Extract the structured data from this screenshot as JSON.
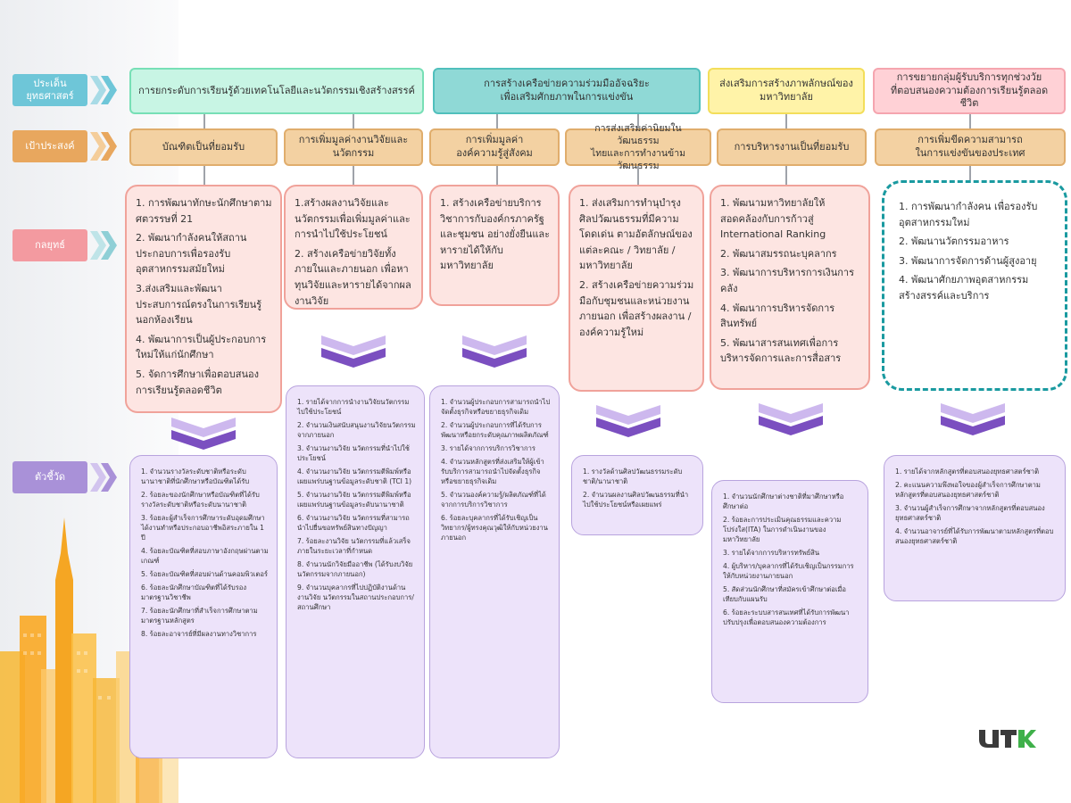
{
  "row_labels": {
    "strategic_issue": "ประเด็น\nยุทธศาสตร์",
    "objective": "เป้าประสงค์",
    "strategy": "กลยุทธ์",
    "indicator": "ตัวชี้วัด"
  },
  "colors": {
    "strategic_issue_label": "#6ec6d8",
    "objective_label": "#e8a75e",
    "strategy_label": "#8fcfd6",
    "indicator_label": "#a991d8",
    "mint": "#c8f5e4",
    "teal": "#8fd9d6",
    "yellow": "#fff3a8",
    "pink": "#ffd1d6",
    "objective": "#f3d1a2",
    "strategy_bg": "#fde5e2",
    "indicator_bg": "#ede3fa"
  },
  "strategic_issues": [
    "การยกระดับการเรียนรู้ด้วยเทคโนโลยีและนวัตกรรมเชิงสร้างสรรค์",
    "การสร้างเครือข่ายความร่วมมืออัจฉริยะ\nเพื่อเสริมศักยภาพในการแข่งขัน",
    "ส่งเสริมการสร้างภาพลักษณ์ของ\nมหาวิทยาลัย",
    "การขยายกลุ่มผู้รับบริการทุกช่วงวัย\nที่ตอบสนองความต้องการเรียนรู้ตลอดชีวิต"
  ],
  "objectives": [
    "บัณฑิตเป็นที่ยอมรับ",
    "การเพิ่มมูลค่างานวิจัยและ\nนวัตกรรม",
    "การเพิ่มมูลค่า\nองค์ความรู้สู่สังคม",
    "การส่งเสริมค่านิยมในวัฒนธรรม\nไทยและการทำงานข้ามวัฒนธรรม",
    "การบริหารงานเป็นที่ยอมรับ",
    "การเพิ่มขีดความสามารถ\nในการแข่งขันของประเทศ"
  ],
  "strategies": [
    [
      "1. การพัฒนาทักษะนักศึกษาตามศตวรรษที่ 21",
      "2. พัฒนากำลังคนให้สถานประกอบการเพื่อรองรับอุตสาหกรรมสมัยใหม่",
      "3.ส่งเสริมและพัฒนาประสบการณ์ตรงในการเรียนรู้นอกห้องเรียน",
      "4. พัฒนาการเป็นผู้ประกอบการใหม่ให้แก่นักศึกษา",
      "5. จัดการศึกษาเพื่อตอบสนองการเรียนรู้ตลอดชีวิต"
    ],
    [
      "1.สร้างผลงานวิจัยและนวัตกรรมเพื่อเพิ่มมูลค่าและการนำไปใช้ประโยชน์",
      "2. สร้างเครือข่ายวิจัยทั้งภายในและภายนอก เพื่อหาทุนวิจัยและหารายได้จากผลงานวิจัย"
    ],
    [
      "1. สร้างเครือข่ายบริการวิชาการกับองค์กรภาครัฐและชุมชน อย่างยั่งยืนและหารายได้ให้กับมหาวิทยาลัย"
    ],
    [
      "1. ส่งเสริมการทำนุบำรุงศิลปวัฒนธรรมที่มีความโดดเด่น ตามอัตลักษณ์ของแต่ละคณะ / วิทยาลัย / มหาวิทยาลัย",
      "2. สร้างเครือข่ายความร่วมมือกับชุมชนและหน่วยงานภายนอก เพื่อสร้างผลงาน / องค์ความรู้ใหม่"
    ],
    [
      "1. พัฒนามหาวิทยาลัยให้สอดคล้องกับการก้าวสู่ International Ranking",
      "2. พัฒนาสมรรถนะบุคลากร",
      "3. พัฒนาการบริหารการเงินการคลัง",
      "4. พัฒนาการบริหารจัดการสินทรัพย์",
      "5. พัฒนาสารสนเทศเพื่อการบริหารจัดการและการสื่อสาร"
    ],
    [
      "1. การพัฒนากำลังคน เพื่อรองรับอุตสาหกรรมใหม่",
      "2. พัฒนานวัตกรรมอาหาร",
      "3. พัฒนาการจัดการด้านผู้สูงอายุ",
      "4. พัฒนาศักยภาพอุตสาหกรรมสร้างสรรค์และบริการ"
    ]
  ],
  "indicators": [
    [
      "1. จำนวนรางวัลระดับชาติหรือระดับนานาชาติที่นักศึกษาหรือบัณฑิตได้รับ",
      "2. ร้อยละของนักศึกษาหรือบัณฑิตที่ได้รับรางวัลระดับชาติหรือระดับนานาชาติ",
      "3. ร้อยละผู้สำเร็จการศึกษาระดับอุดมศึกษาได้งานทำหรือประกอบอาชีพอิสระภายใน 1 ปี",
      "4. ร้อยละบัณฑิตที่สอบภาษาอังกฤษผ่านตามเกณฑ์",
      "5. ร้อยละบัณฑิตที่สอบผ่านด้านคอมพิวเตอร์",
      "6. ร้อยละนักศึกษาบัณฑิตที่ได้รับรองมาตรฐานวิชาชีพ",
      "7. ร้อยละนักศึกษาที่สำเร็จการศึกษาตามมาตรฐานหลักสูตร",
      "8. ร้อยละอาจารย์ที่มีผลงานทางวิชาการ"
    ],
    [
      "1. รายได้จากการนำงานวิจัยนวัตกรรมไปใช้ประโยชน์",
      "2. จำนวนเงินสนับสนุนงานวิจัยนวัตกรรม จากภายนอก",
      "3. จำนวนงานวิจัย นวัตกรรมที่นำไปใช้ประโยชน์",
      "4. จำนวนงานวิจัย นวัตกรรมตีพิมพ์หรือเผยแพร่บนฐานข้อมูลระดับชาติ (TCI 1)",
      "5. จำนวนงานวิจัย นวัตกรรมตีพิมพ์หรือเผยแพร่บนฐานข้อมูลระดับนานาชาติ",
      "6. จำนวนงานวิจัย นวัตกรรมที่สามารถนำไปยื่นขอทรัพย์สินทางปัญญา",
      "7. ร้อยละงานวิจัย นวัตกรรมที่แล้วเสร็จภายในระยะเวลาที่กำหนด",
      "8. จำนวนนักวิจัยมืออาชีพ (ได้รับงบวิจัย นวัตกรรมจากภายนอก)",
      "9. จำนวนบุคลากรที่ไปปฏิบัติงานด้านงานวิจัย นวัตกรรมในสถานประกอบการ/สถานศึกษา"
    ],
    [
      "1. จำนวนผู้ประกอบการสามารถนำไปจัดตั้งธุรกิจหรือขยายธุรกิจเดิม",
      "2. จำนวนผู้ประกอบการที่ได้รับการพัฒนาหรือยกระดับคุณภาพผลิตภัณฑ์",
      "3. รายได้จากการบริการวิชาการ",
      "4. จำนวนหลักสูตรที่ส่งเสริมให้ผู้เข้ารับบริการสามารถนำไปจัดตั้งธุรกิจหรือขยายธุรกิจเดิม",
      "5. จำนวนองค์ความรู้/ผลิตภัณฑ์ที่ได้จากการบริการวิชาการ",
      "6. ร้อยละบุคลากรที่ได้รับเชิญเป็นวิทยากร/ผู้ทรงคุณวุฒิให้กับหน่วยงานภายนอก"
    ],
    [
      "1. รางวัลด้านศิลปวัฒนธรรมระดับชาติ/นานาชาติ",
      "2. จำนวนผลงานศิลปวัฒนธรรมที่นำไปใช้ประโยชน์หรือเผยแพร่"
    ],
    [
      "1. จำนวนนักศึกษาต่างชาติที่มาศึกษาหรือศึกษาต่อ",
      "2. ร้อยละการประเมินคุณธรรมและความโปร่งใส(ITA) ในการดำเนินงานของมหาวิทยาลัย",
      "3. รายได้จากการบริหารทรัพย์สิน",
      "4. ผู้บริหาร/บุคลากรที่ได้รับเชิญเป็นกรรมการให้กับหน่วยงานภายนอก",
      "5. สัดส่วนนักศึกษาที่สมัครเข้าศึกษาต่อเมื่อเทียบกับแผนรับ",
      "6. ร้อยละระบบสารสนเทศที่ได้รับการพัฒนาปรับปรุงเพื่อตอบสนองความต้องการ"
    ],
    [
      "1. รายได้จากหลักสูตรที่ตอบสนองยุทธศาสตร์ชาติ",
      "2. คะแนนความพึงพอใจของผู้สำเร็จการศึกษาตามหลักสูตรที่ตอบสนองยุทธศาสตร์ชาติ",
      "3. จำนวนผู้สำเร็จการศึกษาจากหลักสูตรที่ตอบสนองยุทธศาสตร์ชาติ",
      "4. จำนวนอาจารย์ที่ได้รับการพัฒนาตามหลักสูตรที่ตอบสนองยุทธศาสตร์ชาติ"
    ]
  ],
  "logo": "UTK"
}
